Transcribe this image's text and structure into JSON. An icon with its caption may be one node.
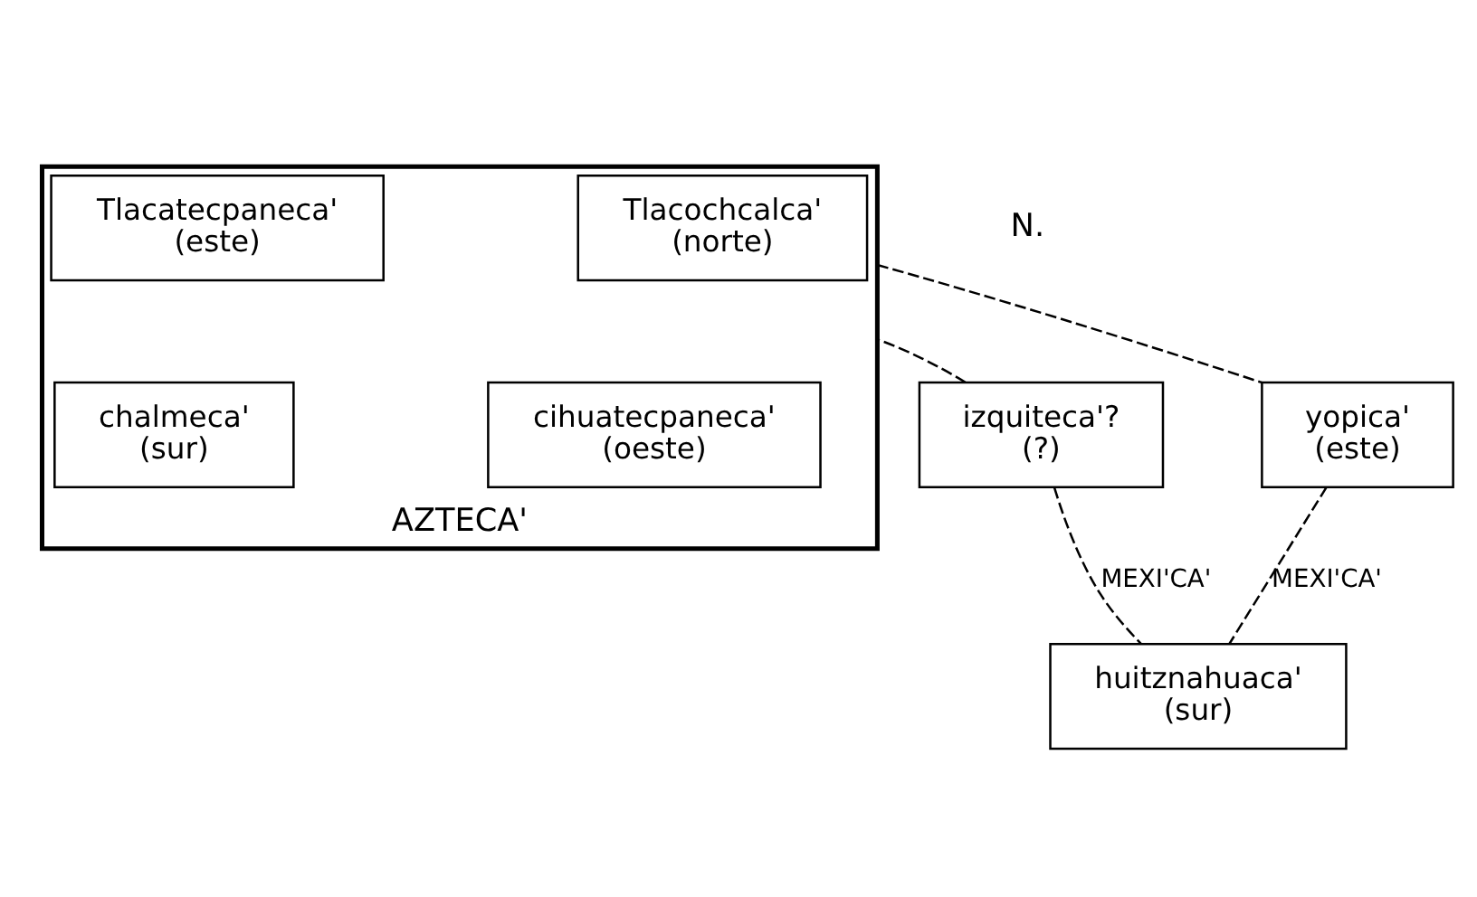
{
  "diagram": {
    "nodes": [
      {
        "text": [
          "AZTECA'"
        ]
      },
      {
        "text": [
          "Tlacochcalca'",
          "(norte)"
        ],
        "in": 0
      },
      {
        "text": [
          "Tlacatecpaneca'",
          "(este)"
        ],
        "in": 0
      },
      {
        "text": [
          "cihuatecpaneca'",
          "(oeste)"
        ],
        "in": 0
      },
      {
        "text": [
          "chalmeca'",
          "(sur)"
        ],
        "in": 0
      },
      {
        "text": [
          "izquiteca'?",
          "(?)"
        ]
      },
      {
        "text": [
          "yopica'",
          "(este)"
        ]
      },
      {
        "text": [
          "huitznahuaca'",
          "(sur)"
        ]
      }
    ],
    "edges": [
      {
        "from": 5,
        "to": 0,
        "arrow": "none",
        "style": "dashed"
      },
      {
        "from": 0,
        "to": 6,
        "arrow": "none",
        "style": "dashed"
      },
      {
        "from": 5,
        "to": 7,
        "arrow": "none",
        "style": "dashed",
        "label": "MEXI'CA'"
      },
      {
        "from": 6,
        "to": 7,
        "arrow": "none",
        "style": "dashed",
        "label": "MEXI'CA'"
      }
    ],
    "labels": [
      "N."
    ]
  }
}
